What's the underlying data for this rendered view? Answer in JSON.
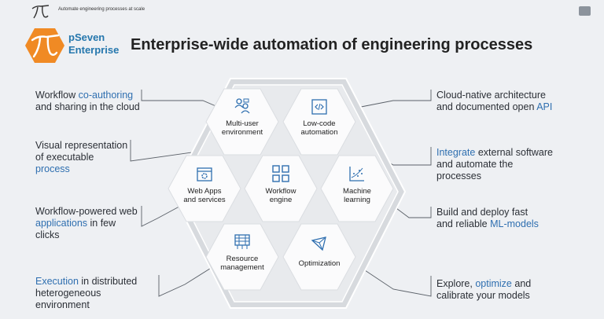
{
  "header": {
    "tagline": "Automate engineering processes at scale",
    "logo_icon": "pi-logo-icon",
    "menu_icon": "menu-icon"
  },
  "brand": {
    "name_line1": "pSeven",
    "name_line2": "Enterprise",
    "logo_color": "#f08a24",
    "text_color": "#2577ad"
  },
  "title": "Enterprise-wide automation of engineering processes",
  "accent_color": "#2f6fb0",
  "hexagons": {
    "multi_user": {
      "line1": "Multi-user",
      "line2": "environment",
      "icon": "users-icon"
    },
    "low_code": {
      "line1": "Low-code",
      "line2": "automation",
      "icon": "code-icon"
    },
    "web_apps": {
      "line1": "Web Apps",
      "line2": "and services",
      "icon": "browser-gear-icon"
    },
    "workflow": {
      "line1": "Workflow",
      "line2": "engine",
      "icon": "blocks-icon"
    },
    "ml": {
      "line1": "Machine",
      "line2": "learning",
      "icon": "scatter-chart-icon"
    },
    "resource": {
      "line1": "Resource",
      "line2": "management",
      "icon": "server-icon"
    },
    "optimization": {
      "line1": "Optimization",
      "icon": "polyhedron-icon"
    }
  },
  "features": {
    "coauthoring": {
      "a": "Workflow ",
      "b": "co-authoring",
      "c": "and sharing in the cloud"
    },
    "visual": {
      "a": "Visual representation",
      "b": "of executable",
      "c": "process"
    },
    "webapps": {
      "a": "Workflow-powered web",
      "b": "applications",
      "c": " in few",
      "d": "clicks"
    },
    "execution": {
      "a": "Execution",
      "b": " in distributed",
      "c": "heterogeneous",
      "d": "environment"
    },
    "cloud": {
      "a": "Cloud-native architecture",
      "b": "and documented open ",
      "c": "API"
    },
    "integrate": {
      "a": "Integrate",
      "b": " external software",
      "c": "and automate the",
      "d": "processes"
    },
    "mlmodels": {
      "a": "Build and deploy fast",
      "b": "and reliable ",
      "c": "ML-models"
    },
    "optimize": {
      "a": "Explore, ",
      "b": "optimize",
      "c": " and",
      "d": "calibrate your models"
    }
  }
}
